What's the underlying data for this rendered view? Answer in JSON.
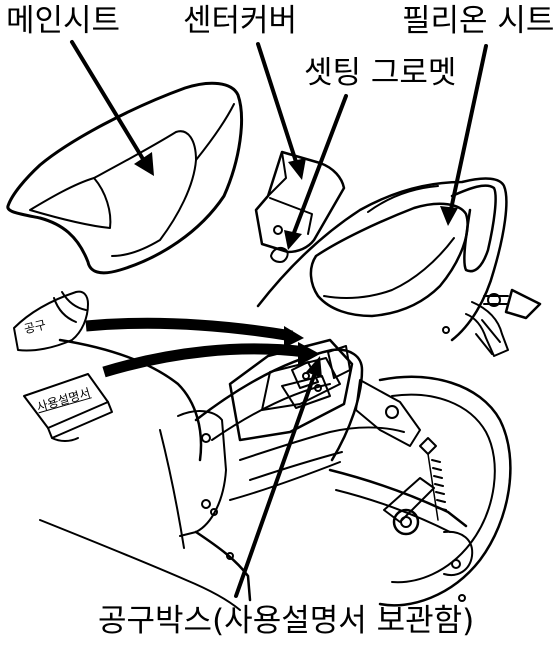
{
  "labels": {
    "main_seat": "메인시트",
    "center_cover": "센터커버",
    "pillion_seat": "필리온 시트",
    "setting_grommet": "셋팅 그로멧",
    "tool_box": "공구박스(사용설명서 보관함)"
  },
  "items": {
    "tool_kit": "공구",
    "owners_manual": "사용설명서"
  },
  "colors": {
    "line": "#000000",
    "background": "#ffffff"
  }
}
